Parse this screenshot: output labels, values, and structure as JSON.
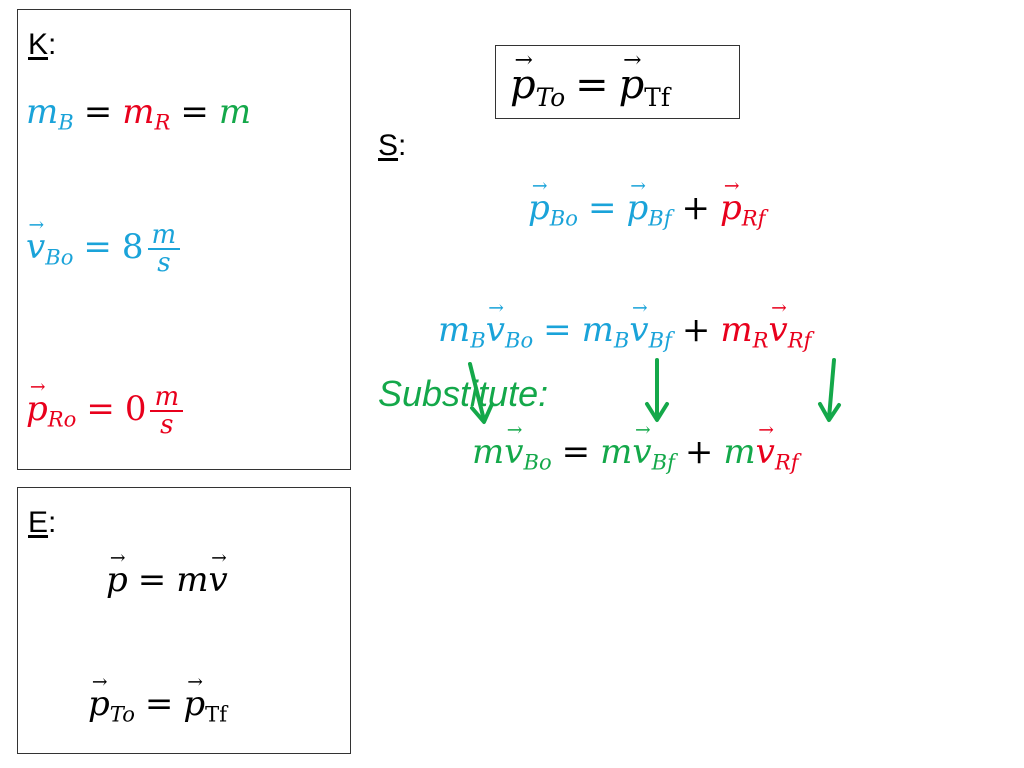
{
  "known": {
    "header_letter": "K",
    "header_rest": ":",
    "eq1": {
      "m": "m",
      "sub_b": "B",
      "eq": "=",
      "sub_r": "R",
      "eq2": "=",
      "rhs": "m"
    },
    "eq2": {
      "v": "v",
      "sub": "Bo",
      "eq": "=",
      "num": "8",
      "frac_num": "m",
      "frac_den": "s"
    },
    "eq3": {
      "p": "p",
      "sub": "Ro",
      "eq": "=",
      "num": "0",
      "frac_num": "m",
      "frac_den": "s"
    }
  },
  "equations_box": {
    "header_letter": "E",
    "header_rest": ":",
    "eq1": {
      "p": "p",
      "eq": "=",
      "m": "m",
      "v": "v"
    },
    "eq2": {
      "p": "p",
      "sub_to": "To",
      "eq": "=",
      "sub_tf": "Tf"
    }
  },
  "top_equation": {
    "p": "p",
    "sub_to": "To",
    "eq": "=",
    "sub_tf": "Tf"
  },
  "solve": {
    "header_letter": "S",
    "header_rest": ":",
    "line1": {
      "p": "p",
      "sub_bo": "Bo",
      "eq": "=",
      "sub_bf": "Bf",
      "plus": "+",
      "sub_rf": "Rf"
    },
    "line2": {
      "m": "m",
      "v": "v",
      "sub_b": "B",
      "sub_r": "R",
      "sub_bo": "Bo",
      "sub_bf": "Bf",
      "sub_rf": "Rf",
      "eq": "=",
      "plus": "+"
    },
    "substitute_label": "Substitute:",
    "line3": {
      "m": "m",
      "v": "v",
      "sub_bo": "Bo",
      "sub_bf": "Bf",
      "sub_rf": "Rf",
      "eq": "=",
      "plus": "+"
    }
  },
  "colors": {
    "blue": "#1aa3d9",
    "red": "#e8001c",
    "green": "#14a84a",
    "black": "#000000",
    "border": "#333333"
  }
}
